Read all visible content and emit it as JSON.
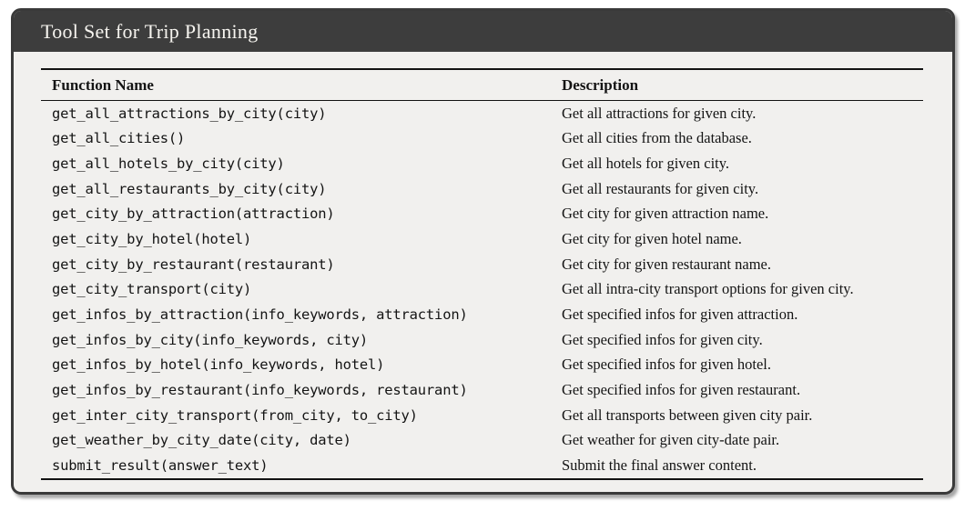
{
  "panel": {
    "title": "Tool Set for Trip Planning",
    "colors": {
      "header_bg": "#3d3d3d",
      "body_bg": "#f1f0ee",
      "border": "#3a3a3a",
      "rule": "#121212",
      "title_text": "#f7f5f0"
    }
  },
  "table": {
    "columns": [
      "Function Name",
      "Description"
    ],
    "rows": [
      {
        "function": "get_all_attractions_by_city(city)",
        "description": "Get all attractions for given city."
      },
      {
        "function": "get_all_cities()",
        "description": "Get all cities from the database."
      },
      {
        "function": "get_all_hotels_by_city(city)",
        "description": "Get all hotels for given city."
      },
      {
        "function": "get_all_restaurants_by_city(city)",
        "description": "Get all restaurants for given city."
      },
      {
        "function": "get_city_by_attraction(attraction)",
        "description": "Get city for given attraction name."
      },
      {
        "function": "get_city_by_hotel(hotel)",
        "description": "Get city for given hotel name."
      },
      {
        "function": "get_city_by_restaurant(restaurant)",
        "description": "Get city for given restaurant name."
      },
      {
        "function": "get_city_transport(city)",
        "description": "Get all intra-city transport options for given city."
      },
      {
        "function": "get_infos_by_attraction(info_keywords, attraction)",
        "description": "Get specified infos for given attraction."
      },
      {
        "function": "get_infos_by_city(info_keywords, city)",
        "description": "Get specified infos for given city."
      },
      {
        "function": "get_infos_by_hotel(info_keywords, hotel)",
        "description": "Get specified infos for given hotel."
      },
      {
        "function": "get_infos_by_restaurant(info_keywords, restaurant)",
        "description": "Get specified infos for given restaurant."
      },
      {
        "function": "get_inter_city_transport(from_city, to_city)",
        "description": "Get all transports between given city pair."
      },
      {
        "function": "get_weather_by_city_date(city, date)",
        "description": "Get weather for given city-date pair."
      },
      {
        "function": "submit_result(answer_text)",
        "description": "Submit the final answer content."
      }
    ]
  }
}
